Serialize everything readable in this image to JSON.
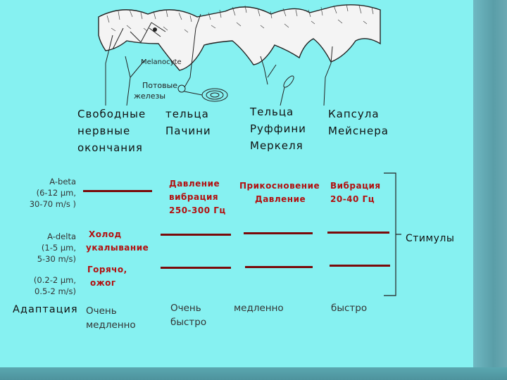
{
  "illustration": {
    "melanocyte_label": "Melanocyte",
    "sweat_label_1": "Потовые",
    "sweat_label_2": "железы"
  },
  "columns": {
    "free": [
      "Свободные",
      "нервные",
      "окончания"
    ],
    "pacini": [
      "тельца",
      "Пачини"
    ],
    "ruffini": [
      "Тельца",
      "Руффини",
      "Меркеля"
    ],
    "meissner": [
      "Капсула",
      "Мейснера"
    ]
  },
  "fibers": {
    "abeta": [
      "A-beta",
      "(6-12  μm,",
      "30-70  m/s )"
    ],
    "adelta": [
      "A-delta",
      "(1-5   μm,",
      "5-30  m/s)"
    ],
    "c": [
      "(0.2-2  μm,",
      "0.5-2  m/s)"
    ]
  },
  "modalities": {
    "pacini": [
      "Давление",
      "вибрация",
      "250-300 Гц"
    ],
    "ruffini": [
      "Прикосновение",
      "Давление"
    ],
    "meissner": [
      "Вибрация",
      "20-40 Гц"
    ],
    "cold": [
      "Холод",
      "укалывание"
    ],
    "heat": [
      "Горячо,",
      "ожог"
    ]
  },
  "stimuli_label": "Стимулы",
  "adaptation": {
    "label": "Адаптация",
    "free": [
      "Очень",
      "медленно"
    ],
    "pacini": [
      "Очень",
      "быстро"
    ],
    "ruffini": "медленно",
    "meissner": "быстро"
  }
}
